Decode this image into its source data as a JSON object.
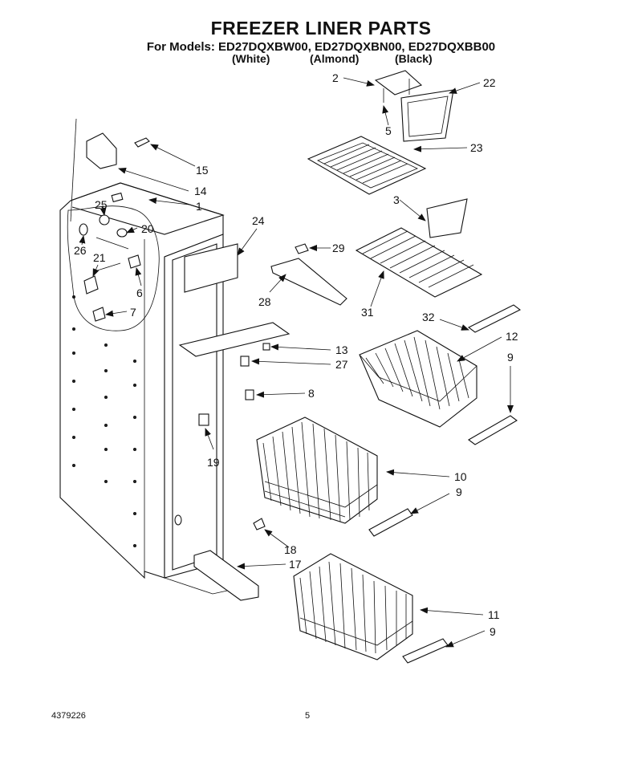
{
  "title": "FREEZER LINER PARTS",
  "models_line": "For Models: ED27DQXBW00, ED27DQXBN00, ED27DQXBB00",
  "colors": [
    "(White)",
    "(Almond)",
    "(Black)"
  ],
  "callouts": {
    "c1": "1",
    "c2": "2",
    "c3": "3",
    "c5": "5",
    "c6": "6",
    "c7": "7",
    "c8": "8",
    "c9a": "9",
    "c9b": "9",
    "c9c": "9",
    "c10": "10",
    "c11": "11",
    "c12": "12",
    "c13": "13",
    "c14": "14",
    "c15": "15",
    "c17": "17",
    "c18": "18",
    "c19": "19",
    "c20": "20",
    "c21": "21",
    "c22": "22",
    "c23": "23",
    "c24": "24",
    "c25": "25",
    "c26": "26",
    "c27": "27",
    "c28": "28",
    "c29": "29",
    "c31": "31",
    "c32": "32"
  },
  "footer": {
    "doc_number": "4379226",
    "page_number": "5"
  }
}
